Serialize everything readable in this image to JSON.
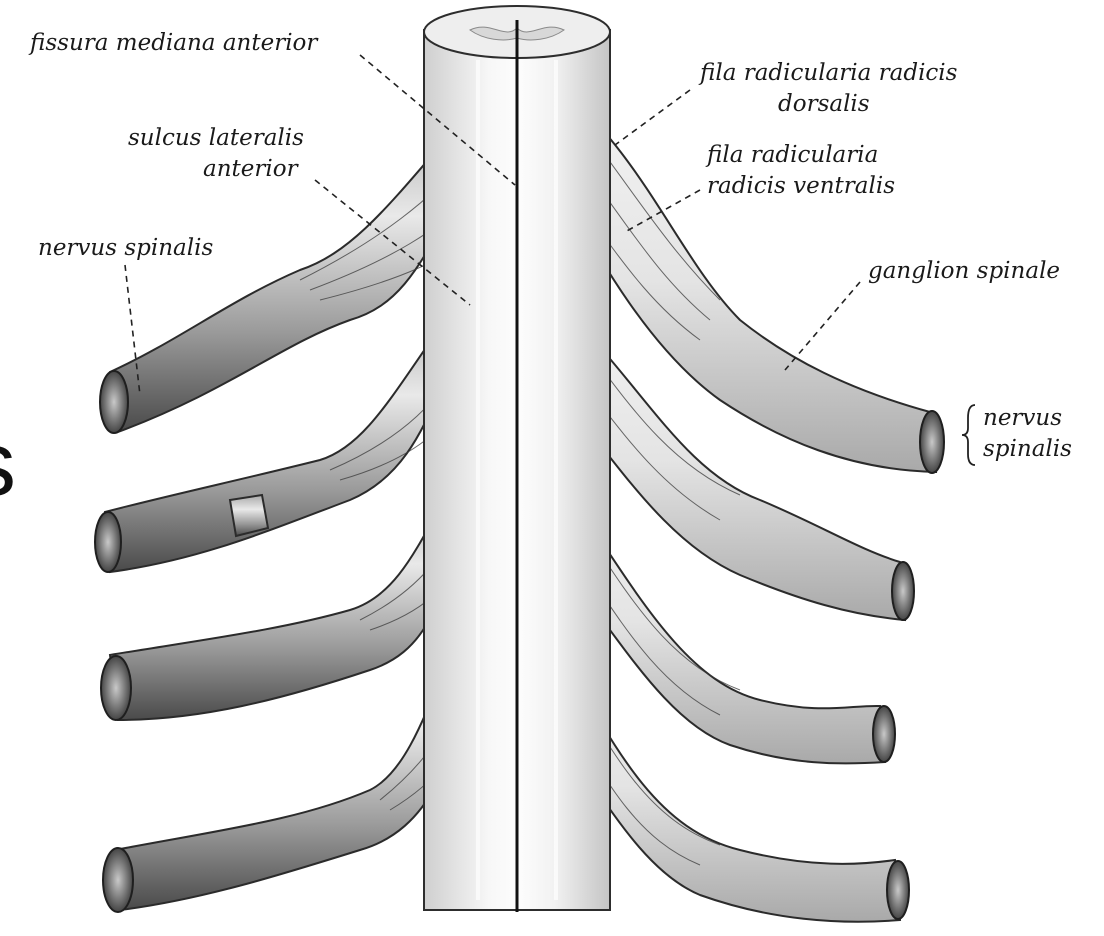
{
  "labels": {
    "fissura": "fissura mediana anterior",
    "sulcus_1": "sulcus lateralis",
    "sulcus_2": "anterior",
    "nervus_left": "nervus spinalis",
    "fila_dorsalis_1": "fila radicularia radicis",
    "fila_dorsalis_2": "dorsalis",
    "fila_ventralis_1": "fila radicularia",
    "fila_ventralis_2": "radicis ventralis",
    "ganglion": "ganglion spinale",
    "nervus_right_1": "nervus",
    "nervus_right_2": "spinalis"
  },
  "edge_fragment": "s"
}
